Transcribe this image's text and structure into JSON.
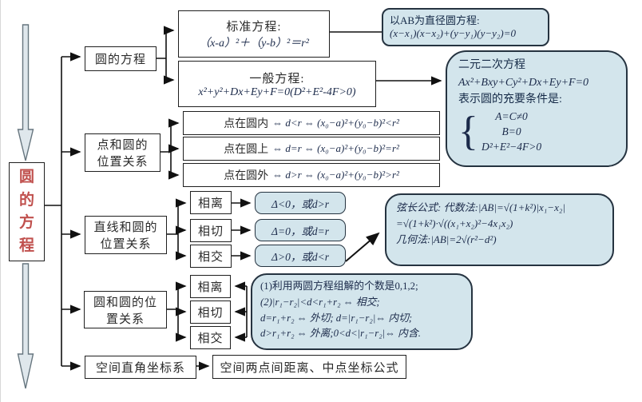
{
  "root": {
    "label": "圆的方程"
  },
  "sections": {
    "equation": {
      "label": "圆的方程",
      "standard_title": "标准方程:",
      "standard_formula": "（x-a）²＋（y-b）²＝r²",
      "general_title": "一般方程:",
      "general_formula": "x²+y²+Dx+Ey+F=0(D²+E²-4F>0)",
      "diameter_title": "以AB为直径圆方程:",
      "diameter_formula": "(x−x₁)(x−x₂)+(y−y₁)(y−y₂)=0",
      "quadratic_line1": "二元二次方程",
      "quadratic_line2": "Ax²+Bxy+Cy²+Dx+Ey+F=0",
      "quadratic_line3": "表示圆的充要条件是:",
      "brace": "{",
      "cond1": "A=C≠0",
      "cond2": "B=0",
      "cond3": "D²+E²−4F>0"
    },
    "point_circle": {
      "label1": "点和圆的",
      "label2": "位置关系",
      "rows": [
        {
          "label": "点在圆内",
          "formula": "⇔ d<r ⇔ (x₀−a)²+(y₀−b)²<r²"
        },
        {
          "label": "点在圆上",
          "formula": "⇔ d=r ⇔ (x₀−a)²+(y₀−b)²=r²"
        },
        {
          "label": "点在圆外",
          "formula": "⇔ d>r ⇔ (x₀−a)²+(y₀−b)²>r²"
        }
      ]
    },
    "line_circle": {
      "label1": "直线和圆的",
      "label2": "位置关系",
      "cases": [
        {
          "name": "相离",
          "condition": "Δ<0，或d>r"
        },
        {
          "name": "相切",
          "condition": "Δ=0，或d=r"
        },
        {
          "name": "相交",
          "condition": "Δ>0，或d<r"
        }
      ],
      "chord_line1": "弦长公式: 代数法:|AB|=√(1+k²)|x₁−x₂|",
      "chord_line2": "=√(1+k²)·√((x₁+x₂)²−4x₁x₂)",
      "chord_line3": "几何法:|AB|=2√(r²−d²)"
    },
    "circle_circle": {
      "label1": "圆和圆的位",
      "label2": "置关系",
      "cases": [
        {
          "name": "相离"
        },
        {
          "name": "相切"
        },
        {
          "name": "相交"
        }
      ],
      "note1": "(1)利用两圆方程组解的个数是0,1,2;",
      "note2": "(2)|r₁−r₂|<d<r₁+r₂ ⇔ 相交;",
      "note3": "d=r₁+r₂ ⇔ 外切;  d=|r₁−r₂|⇔ 内切;",
      "note4": "d>r₁+r₂ ⇔ 外离;0<d<|r₁−r₂|⇔ 内含."
    },
    "space": {
      "label": "空间直角坐标系",
      "note": "空间两点间距离、中点坐标公式"
    }
  },
  "colors": {
    "note_bg": "#d3e5ec",
    "note_border": "#253340",
    "root_red": "#c0504d"
  }
}
